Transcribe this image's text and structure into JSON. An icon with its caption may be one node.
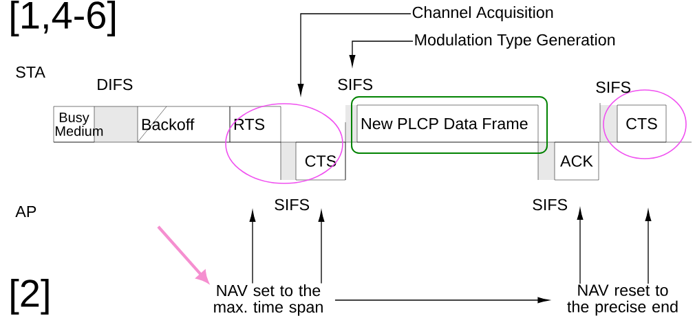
{
  "diagram": {
    "nodes": [
      {
        "text": [
          "Busy Medium"
        ]
      },
      {
        "text": [
          "Backoff"
        ]
      },
      {
        "text": [
          "RTS"
        ]
      },
      {
        "text": [
          "CTS"
        ]
      },
      {
        "text": [
          "New PLCP Data Frame"
        ]
      },
      {
        "text": [
          "ACK"
        ]
      },
      {
        "text": [
          "CTS"
        ]
      },
      {
        "text": [
          "Channel Acquisition"
        ]
      },
      {
        "text": [
          "Modulation Type Generation"
        ]
      },
      {
        "text": [
          "NAV set to the max. time span"
        ]
      },
      {
        "text": [
          "NAV reset to the precise end"
        ]
      }
    ],
    "edges": [
      {
        "from": 7,
        "to": null,
        "arrow": "to"
      },
      {
        "from": 8,
        "to": null,
        "arrow": "to"
      },
      {
        "from": 9,
        "to": null,
        "arrow": "to"
      },
      {
        "from": 9,
        "to": null,
        "arrow": "to"
      },
      {
        "from": 10,
        "to": null,
        "arrow": "to"
      },
      {
        "from": 10,
        "to": null,
        "arrow": "to"
      },
      {
        "from": 9,
        "to": 10,
        "arrow": "to"
      },
      {
        "from": null,
        "to": 9,
        "arrow": "to",
        "style": "thick",
        "color": "#f58fd0"
      }
    ],
    "labels": [
      "[1,4-6]",
      "STA",
      "DIFS",
      "SIFS",
      "SIFS",
      "AP",
      "SIFS",
      "SIFS",
      "[2]"
    ]
  }
}
